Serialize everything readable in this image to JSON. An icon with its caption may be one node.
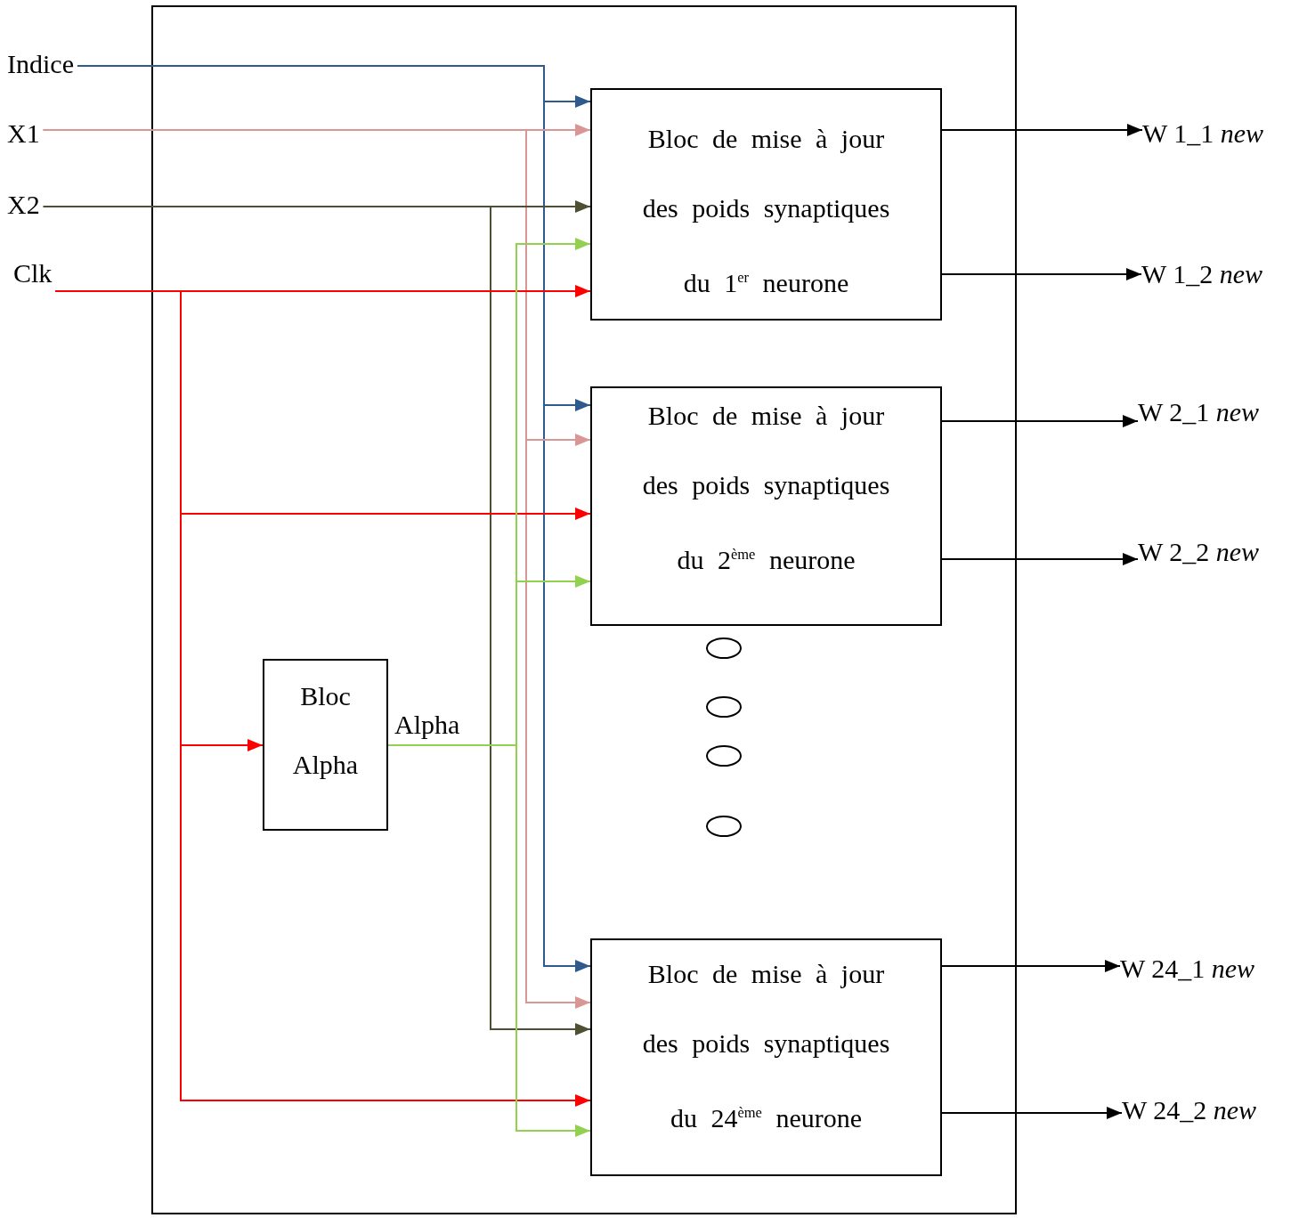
{
  "diagram": {
    "nodes": [
      {
        "text": [],
        "shape": "box"
      },
      {
        "text": [
          "Indice"
        ]
      },
      {
        "text": [
          "X1"
        ]
      },
      {
        "text": [
          "X2"
        ]
      },
      {
        "text": [
          "Clk"
        ]
      },
      {
        "text": [
          "Bloc de mise à jour des poids synaptiques du 1$^{er}$ neurone"
        ],
        "in": 0
      },
      {
        "text": [
          "Bloc de mise à jour des poids synaptiques du 2$^{ème}$ neurone"
        ],
        "in": 0
      },
      {
        "text": [
          "Bloc de mise à jour des poids synaptiques du 24$^{ème}$ neurone"
        ],
        "in": 0
      },
      {
        "text": [
          "Bloc Alpha"
        ],
        "beside": [
          "Alpha"
        ],
        "in": 0
      },
      {
        "text": [
          "W 1_1 *new*"
        ]
      },
      {
        "text": [
          "W 1_2 *new*"
        ]
      },
      {
        "text": [
          "W 2_1 *new*"
        ]
      },
      {
        "text": [
          "W 2_2 *new*"
        ]
      },
      {
        "text": [
          "W 24_1 *new*"
        ]
      },
      {
        "text": [
          "W 24_2 *new*"
        ]
      }
    ],
    "edges": [
      {
        "from": 1,
        "to": 5,
        "arrow": "to",
        "color": "#2e5a8e"
      },
      {
        "from": 1,
        "to": 6,
        "arrow": "to",
        "color": "#2e5a8e"
      },
      {
        "from": 1,
        "to": 7,
        "arrow": "to",
        "color": "#2e5a8e"
      },
      {
        "from": 2,
        "to": 5,
        "arrow": "to",
        "color": "#d99694"
      },
      {
        "from": 2,
        "to": 6,
        "arrow": "to",
        "color": "#d99694"
      },
      {
        "from": 2,
        "to": 7,
        "arrow": "to",
        "color": "#d99694"
      },
      {
        "from": 3,
        "to": 5,
        "arrow": "to",
        "color": "#4f4f34"
      },
      {
        "from": 3,
        "to": 7,
        "arrow": "to",
        "color": "#4f4f34"
      },
      {
        "from": 4,
        "to": 5,
        "arrow": "to",
        "color": "#ff0000"
      },
      {
        "from": 4,
        "to": 6,
        "arrow": "to",
        "color": "#ff0000"
      },
      {
        "from": 4,
        "to": 7,
        "arrow": "to",
        "color": "#ff0000"
      },
      {
        "from": 4,
        "to": 8,
        "arrow": "to",
        "color": "#ff0000"
      },
      {
        "from": 8,
        "to": 5,
        "arrow": "to",
        "color": "#92d050"
      },
      {
        "from": 8,
        "to": 6,
        "arrow": "to",
        "color": "#92d050"
      },
      {
        "from": 8,
        "to": 7,
        "arrow": "to",
        "color": "#92d050"
      },
      {
        "from": 5,
        "to": 9,
        "arrow": "to"
      },
      {
        "from": 5,
        "to": 10,
        "arrow": "to"
      },
      {
        "from": 6,
        "to": 11,
        "arrow": "to"
      },
      {
        "from": 6,
        "to": 12,
        "arrow": "to"
      },
      {
        "from": 7,
        "to": 13,
        "arrow": "to"
      },
      {
        "from": 7,
        "to": 14,
        "arrow": "to"
      }
    ]
  }
}
